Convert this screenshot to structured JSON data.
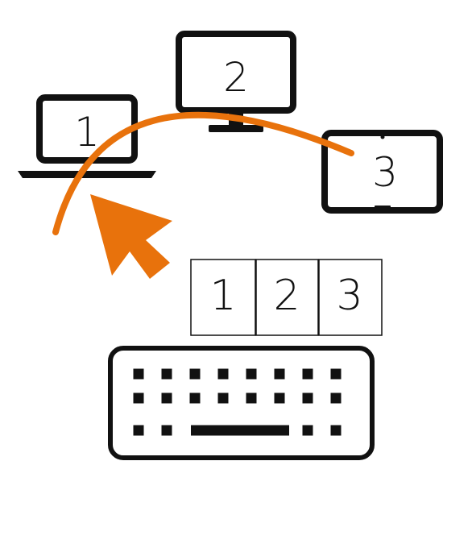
{
  "devices": [
    {
      "label": "1",
      "icon": "laptop-icon"
    },
    {
      "label": "2",
      "icon": "desktop-monitor-icon"
    },
    {
      "label": "3",
      "icon": "tablet-icon"
    }
  ],
  "keys": [
    {
      "label": "1"
    },
    {
      "label": "2"
    },
    {
      "label": "3"
    }
  ],
  "icons": {
    "switch_arrow": "curved-arrow-icon",
    "keyboard": "keyboard-icon"
  },
  "colors": {
    "accent": "#E8720C",
    "stroke": "#111111",
    "background": "#FFFFFF"
  }
}
